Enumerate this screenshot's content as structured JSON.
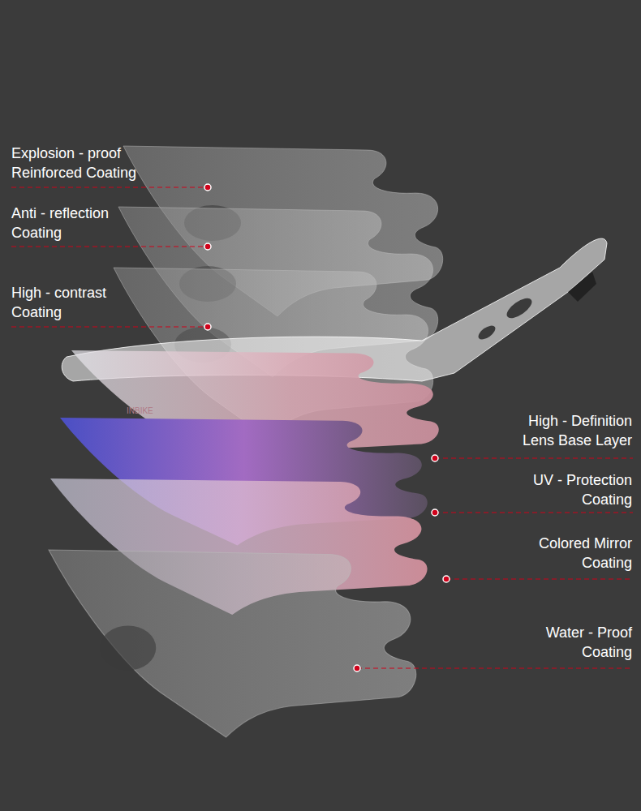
{
  "diagram": {
    "labels": [
      "Explosion - proof Reinforced Coating",
      "Anti - reflection Coating",
      "High - contrast Coating",
      "High - Definition Lens Base Layer",
      "UV - Protection Coating",
      "Colored Mirror Coating",
      "Water - Proof Coating",
      "INBIKE"
    ]
  }
}
